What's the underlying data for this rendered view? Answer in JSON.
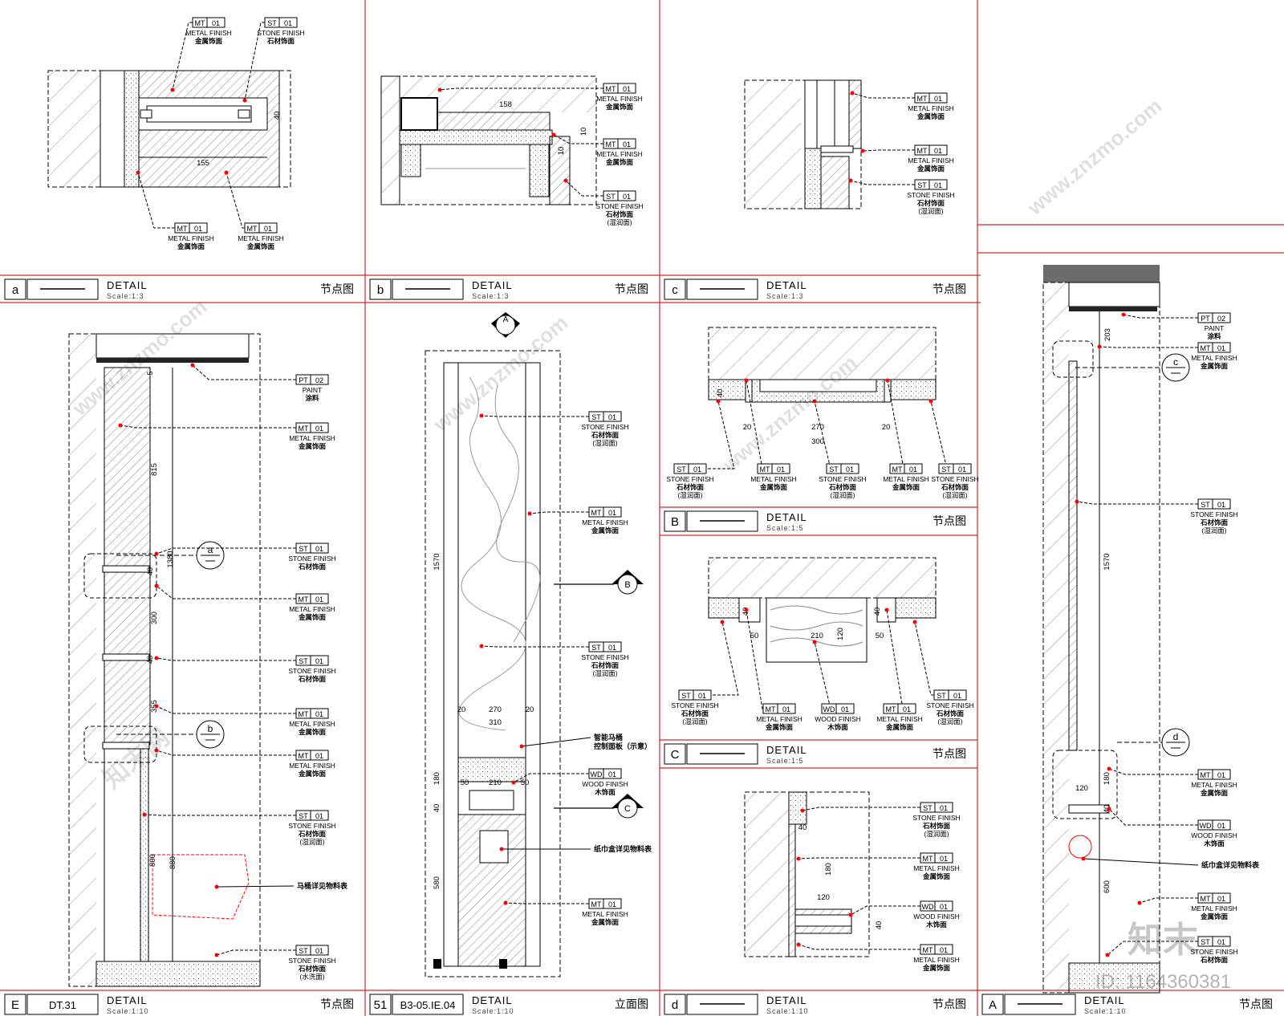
{
  "panels": [
    {
      "id": "a",
      "letter": "a",
      "ref": "",
      "title": "DETAIL",
      "scale": "Scale:1:3",
      "cn": "节点图"
    },
    {
      "id": "b",
      "letter": "b",
      "ref": "",
      "title": "DETAIL",
      "scale": "Scale:1:3",
      "cn": "节点图"
    },
    {
      "id": "c",
      "letter": "c",
      "ref": "",
      "title": "DETAIL",
      "scale": "Scale:1:3",
      "cn": "节点图"
    },
    {
      "id": "B",
      "letter": "B",
      "ref": "",
      "title": "DETAIL",
      "scale": "Scale:1:5",
      "cn": "节点图"
    },
    {
      "id": "C",
      "letter": "C",
      "ref": "",
      "title": "DETAIL",
      "scale": "Scale:1:5",
      "cn": "节点图"
    },
    {
      "id": "E",
      "letter": "E",
      "ref": "DT.31",
      "title": "DETAIL",
      "scale": "Scale:1:10",
      "cn": "节点图"
    },
    {
      "id": "51",
      "letter": "51",
      "ref": "B3-05.IE.04",
      "title": "DETAIL",
      "scale": "Scale:1:10",
      "cn": "立面图"
    },
    {
      "id": "d",
      "letter": "d",
      "ref": "",
      "title": "DETAIL",
      "scale": "Scale:1:10",
      "cn": "节点图"
    },
    {
      "id": "A",
      "letter": "A",
      "ref": "",
      "title": "DETAIL",
      "scale": "Scale:1:10",
      "cn": "节点图"
    }
  ],
  "tags": {
    "mt": {
      "code": "MT",
      "num": "01",
      "en": "METAL FINISH",
      "cn": "金属饰面"
    },
    "st": {
      "code": "ST",
      "num": "01",
      "en": "STONE FINISH",
      "cn": "石材饰面"
    },
    "stw": {
      "code": "ST",
      "num": "01",
      "en": "STONE FINISH",
      "cn": "石材饰面",
      "note": "(湿润面)"
    },
    "stx": {
      "code": "ST",
      "num": "01",
      "en": "STONE FINISH",
      "cn": "石材饰面",
      "note": "(水洗面)"
    },
    "pt": {
      "code": "PT",
      "num": "02",
      "en": "PAINT",
      "cn": "涂料"
    },
    "wd": {
      "code": "WD",
      "num": "01",
      "en": "WOOD FINISH",
      "cn": "木饰面"
    }
  },
  "notes": {
    "toilet_panel": "智能马桶\n控制面板（示意）",
    "tissue": "纸巾盒详见物料表",
    "toilet": "马桶详见物料表"
  },
  "dims": {
    "a": [
      "155",
      "40"
    ],
    "b": [
      "158",
      "10",
      "10"
    ],
    "B": [
      "20",
      "270",
      "20",
      "300",
      "40"
    ],
    "C": [
      "40",
      "40",
      "50",
      "210",
      "50",
      "120"
    ],
    "d": [
      "40",
      "180",
      "120",
      "40"
    ],
    "E": [
      "5",
      "815",
      "1380",
      "40",
      "300",
      "40",
      "355",
      "800",
      "880"
    ],
    "e51": [
      "1570",
      "20",
      "270",
      "20",
      "310",
      "180",
      "50",
      "210",
      "50",
      "40",
      "580"
    ],
    "A": [
      "203",
      "1570",
      "180",
      "120",
      "40",
      "600"
    ]
  },
  "callouts": {
    "a": "a",
    "b": "b",
    "c": "c",
    "d": "d",
    "A": "A",
    "B": "B",
    "C": "C"
  },
  "watermark": {
    "site": "www.znzmo.com",
    "brand": "知末网",
    "logo": "知末",
    "id": "ID: 1164360381"
  },
  "colors": {
    "line": "#000000",
    "accent": "#ff0000",
    "frame": "#cc2a2a",
    "hatch": "#555555",
    "block": "#6b6b6b"
  }
}
